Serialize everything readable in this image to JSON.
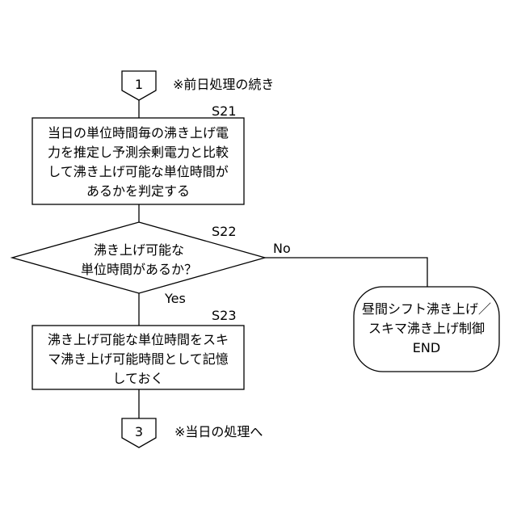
{
  "connector_top": {
    "label": "1",
    "note": "※前日処理の続き"
  },
  "step_s21": {
    "id": "S21",
    "lines": [
      "当日の単位時間毎の沸き上げ電",
      "力を推定し予測余剰電力と比較",
      "して沸き上げ可能な単位時間が",
      "あるかを判定する"
    ]
  },
  "step_s22": {
    "id": "S22",
    "lines": [
      "沸き上げ可能な",
      "単位時間があるか？"
    ],
    "branch_no": "No",
    "branch_yes": "Yes"
  },
  "step_s23": {
    "id": "S23",
    "lines": [
      "沸き上げ可能な単位時間をスキ",
      "マ沸き上げ可能時間として記憶",
      "しておく"
    ]
  },
  "end_terminal": {
    "lines": [
      "昼間シフト沸き上げ／",
      "スキマ沸き上げ制御",
      "END"
    ]
  },
  "connector_bottom": {
    "label": "3",
    "note": "※当日の処理へ"
  }
}
